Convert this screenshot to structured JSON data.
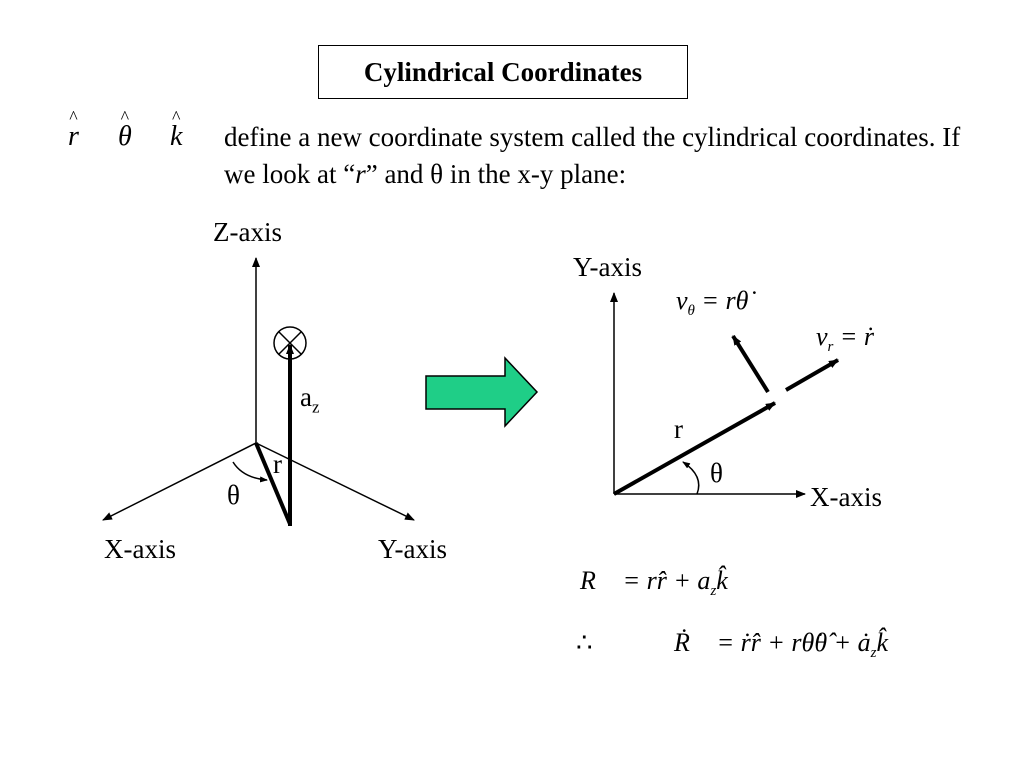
{
  "title": "Cylindrical Coordinates",
  "unit_vectors": {
    "r": "r",
    "theta": "θ",
    "k": "k"
  },
  "intro": {
    "part1": "define a new coordinate system called the cylindrical coordinates. If we look at “",
    "r": "r",
    "part2": "” and θ in the x-y plane:"
  },
  "left_diagram": {
    "z_axis": "Z-axis",
    "x_axis": "X-axis",
    "y_axis": "Y-axis",
    "az_base": "a",
    "az_sub": "z",
    "r": "r",
    "theta": "θ"
  },
  "right_diagram": {
    "y_axis": "Y-axis",
    "x_axis": "X-axis",
    "r": "r",
    "theta": "θ",
    "v_theta": {
      "v": "v",
      "sub": "θ",
      "rhs": "= rθ̇"
    },
    "v_r": {
      "v": "v",
      "sub": "r",
      "rhs": "= ṙ"
    }
  },
  "equations": {
    "eq1": {
      "lhs": "R⃗",
      "rhs": "= rr̂ + a",
      "sub": "z",
      "tail": "k̂"
    },
    "eq2": {
      "therefore": "∴",
      "lhs": "Ṙ⃗",
      "rhs": "= ṙr̂ + rθ̇θ̂ + ȧ",
      "sub": "z",
      "tail": "k̂"
    }
  },
  "colors": {
    "arrow_fill": "#1fce87",
    "arrow_stroke": "#000000"
  }
}
